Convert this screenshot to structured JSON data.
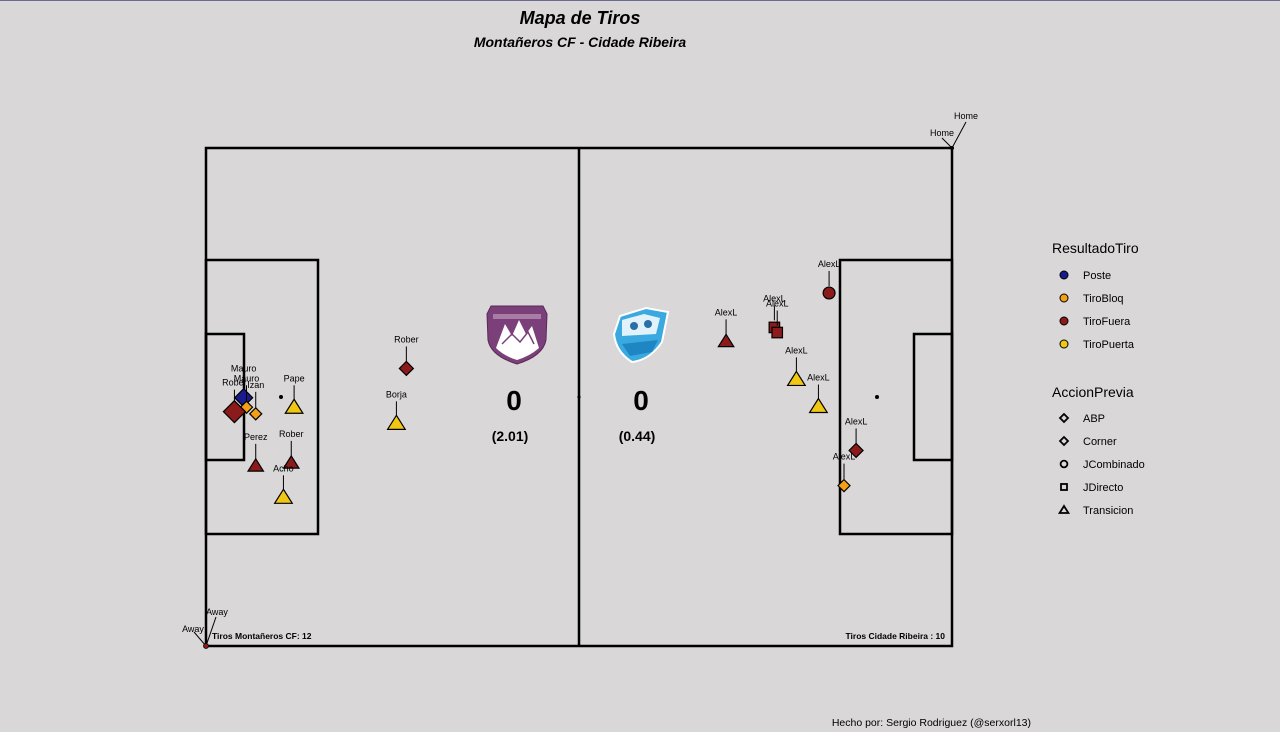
{
  "colors": {
    "background": "#d9d7d8",
    "pitch_line": "#000000",
    "Poste": "#1a1a8c",
    "TiroBloq": "#f5a014",
    "TiroFuera": "#8b1a1a",
    "TiroPuerta": "#f0c814",
    "home_badge": "#7b3f7a",
    "away_badge": "#39a9e0"
  },
  "chart_data": {
    "type": "scatter",
    "title": "Mapa de Tiros",
    "subtitle": "Montañeros CF - Cidade Ribeira",
    "credit": "Hecho por: Sergio Rodriguez (@serxorl13)",
    "pitch": {
      "length": 105,
      "width": 68
    },
    "direction_labels": {
      "home_top": "Home",
      "home_side": "Home",
      "away_top": "Away",
      "away_side": "Away"
    },
    "home": {
      "score": "0",
      "xg": "(2.01)",
      "shots_label": "Tiros Montañeros CF: 12",
      "badge_icon": "montaneros-crest-icon"
    },
    "away": {
      "score": "0",
      "xg": "(0.44)",
      "shots_label": "Tiros Cidade Ribeira : 10",
      "badge_icon": "cidade-ribeira-crest-icon"
    },
    "legend": {
      "result_title": "ResultadoTiro",
      "results": [
        "Poste",
        "TiroBloq",
        "TiroFuera",
        "TiroPuerta"
      ],
      "action_title": "AccionPrevia",
      "actions": [
        {
          "label": "ABP",
          "shape": "diamond"
        },
        {
          "label": "Corner",
          "shape": "diamond"
        },
        {
          "label": "JCombinado",
          "shape": "circle"
        },
        {
          "label": "JDirecto",
          "shape": "square"
        },
        {
          "label": "Transicion",
          "shape": "triangle"
        }
      ]
    },
    "shots": [
      {
        "team": "home",
        "player": "Mauro",
        "x": 5.3,
        "y": 33.9,
        "result": "Poste",
        "action": "Corner"
      },
      {
        "team": "home",
        "player": "Mauro",
        "x": 5.7,
        "y": 32.6,
        "result": "TiroBloq",
        "action": "Corner"
      },
      {
        "team": "home",
        "player": "Izan",
        "x": 7.0,
        "y": 31.7,
        "result": "TiroBloq",
        "action": "Corner"
      },
      {
        "team": "home",
        "player": "Rober",
        "x": 4.0,
        "y": 32.0,
        "result": "TiroFuera",
        "action": "Corner"
      },
      {
        "team": "home",
        "player": "Pape",
        "x": 12.4,
        "y": 32.6,
        "result": "TiroPuerta",
        "action": "Transicion"
      },
      {
        "team": "home",
        "player": "Perez",
        "x": 7.0,
        "y": 24.6,
        "result": "TiroFuera",
        "action": "Transicion"
      },
      {
        "team": "home",
        "player": "Rober",
        "x": 12.0,
        "y": 25.0,
        "result": "TiroFuera",
        "action": "Transicion"
      },
      {
        "team": "home",
        "player": "Acho",
        "x": 10.9,
        "y": 20.3,
        "result": "TiroPuerta",
        "action": "Transicion"
      },
      {
        "team": "home",
        "player": "Rober",
        "x": 28.2,
        "y": 37.9,
        "result": "TiroFuera",
        "action": "ABP"
      },
      {
        "team": "home",
        "player": "Borja",
        "x": 26.8,
        "y": 30.4,
        "result": "TiroPuerta",
        "action": "Transicion"
      },
      {
        "team": "away",
        "player": "AlexL",
        "x": 87.7,
        "y": 48.2,
        "result": "TiroFuera",
        "action": "JCombinado"
      },
      {
        "team": "away",
        "player": "AlexL",
        "x": 80.0,
        "y": 43.5,
        "result": "TiroFuera",
        "action": "JDirecto"
      },
      {
        "team": "away",
        "player": "AlexL",
        "x": 80.4,
        "y": 42.8,
        "result": "TiroFuera",
        "action": "JDirecto"
      },
      {
        "team": "away",
        "player": "AlexL",
        "x": 73.2,
        "y": 41.6,
        "result": "TiroFuera",
        "action": "Transicion"
      },
      {
        "team": "away",
        "player": "AlexL",
        "x": 83.1,
        "y": 36.4,
        "result": "TiroPuerta",
        "action": "Transicion"
      },
      {
        "team": "away",
        "player": "AlexL",
        "x": 86.2,
        "y": 32.7,
        "result": "TiroPuerta",
        "action": "Transicion"
      },
      {
        "team": "away",
        "player": "AlexL",
        "x": 91.5,
        "y": 26.7,
        "result": "TiroFuera",
        "action": "ABP"
      },
      {
        "team": "away",
        "player": "AlexL",
        "x": 89.8,
        "y": 21.9,
        "result": "TiroBloq",
        "action": "ABP"
      }
    ]
  }
}
